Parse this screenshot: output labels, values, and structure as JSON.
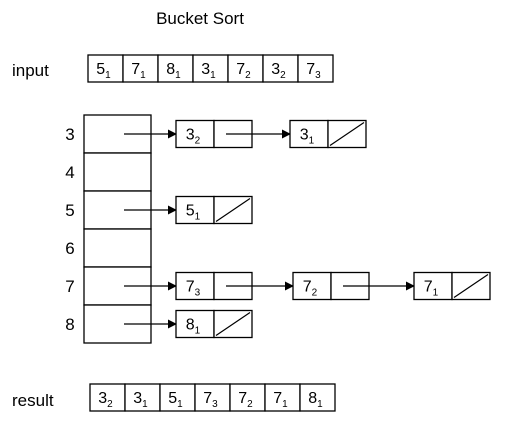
{
  "title": "Bucket Sort",
  "input": {
    "label": "input",
    "values": [
      {
        "n": "5",
        "s": "1"
      },
      {
        "n": "7",
        "s": "1"
      },
      {
        "n": "8",
        "s": "1"
      },
      {
        "n": "3",
        "s": "1"
      },
      {
        "n": "7",
        "s": "2"
      },
      {
        "n": "3",
        "s": "2"
      },
      {
        "n": "7",
        "s": "3"
      }
    ]
  },
  "buckets": [
    {
      "label": "3",
      "items": [
        {
          "n": "3",
          "s": "2"
        },
        {
          "n": "3",
          "s": "1"
        }
      ]
    },
    {
      "label": "4",
      "items": []
    },
    {
      "label": "5",
      "items": [
        {
          "n": "5",
          "s": "1"
        }
      ]
    },
    {
      "label": "6",
      "items": []
    },
    {
      "label": "7",
      "items": [
        {
          "n": "7",
          "s": "3"
        },
        {
          "n": "7",
          "s": "2"
        },
        {
          "n": "7",
          "s": "1"
        }
      ]
    },
    {
      "label": "8",
      "items": [
        {
          "n": "8",
          "s": "1"
        }
      ]
    }
  ],
  "result": {
    "label": "result",
    "values": [
      {
        "n": "3",
        "s": "2"
      },
      {
        "n": "3",
        "s": "1"
      },
      {
        "n": "5",
        "s": "1"
      },
      {
        "n": "7",
        "s": "3"
      },
      {
        "n": "7",
        "s": "2"
      },
      {
        "n": "7",
        "s": "1"
      },
      {
        "n": "8",
        "s": "1"
      }
    ]
  }
}
